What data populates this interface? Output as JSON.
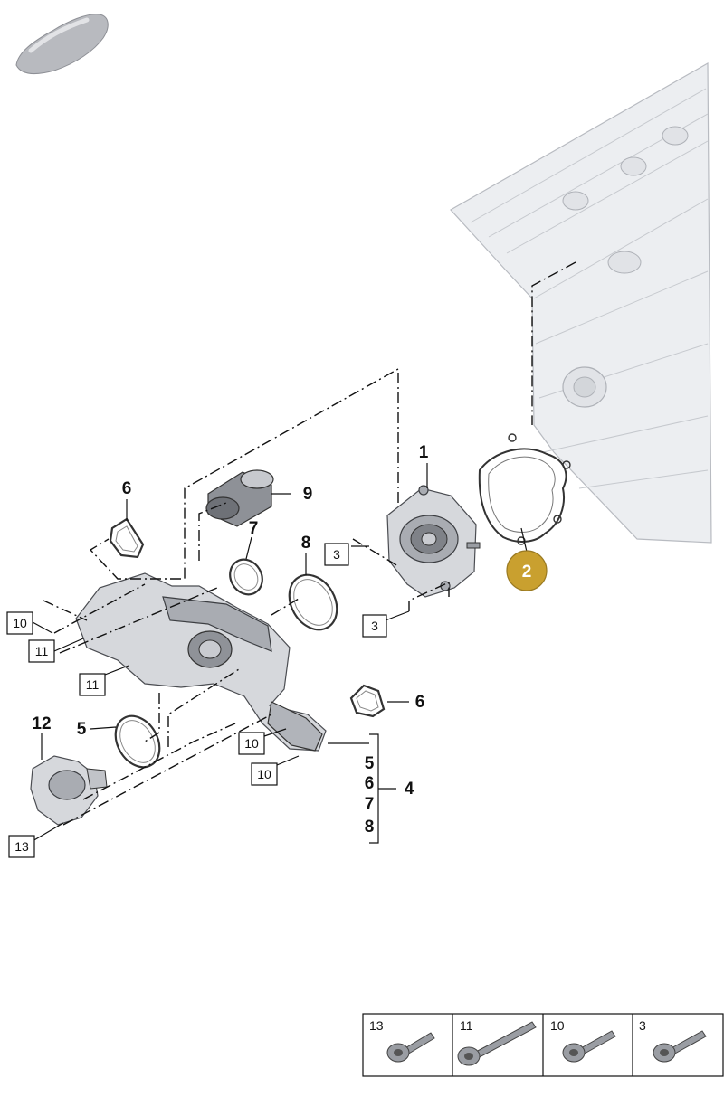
{
  "callouts": {
    "c1": "1",
    "c2": "2",
    "c3a": "3",
    "c3b": "3",
    "c4": "4",
    "c5a": "5",
    "c5b": "5",
    "c6a": "6",
    "c6b": "6",
    "c6c": "6",
    "c7a": "7",
    "c7b": "7",
    "c8a": "8",
    "c8b": "8",
    "c9": "9",
    "c10a": "10",
    "c10b": "10",
    "c10c": "10",
    "c11a": "11",
    "c11b": "11",
    "c12": "12",
    "c13": "13"
  },
  "colors": {
    "highlight_callout": "#c9a02f"
  },
  "bolt_table": {
    "cells": [
      "13",
      "11",
      "10",
      "3"
    ]
  },
  "icons": {
    "car": "car-silhouette-icon",
    "block": "engine-block-icon",
    "bolt": "bolt-icon"
  }
}
